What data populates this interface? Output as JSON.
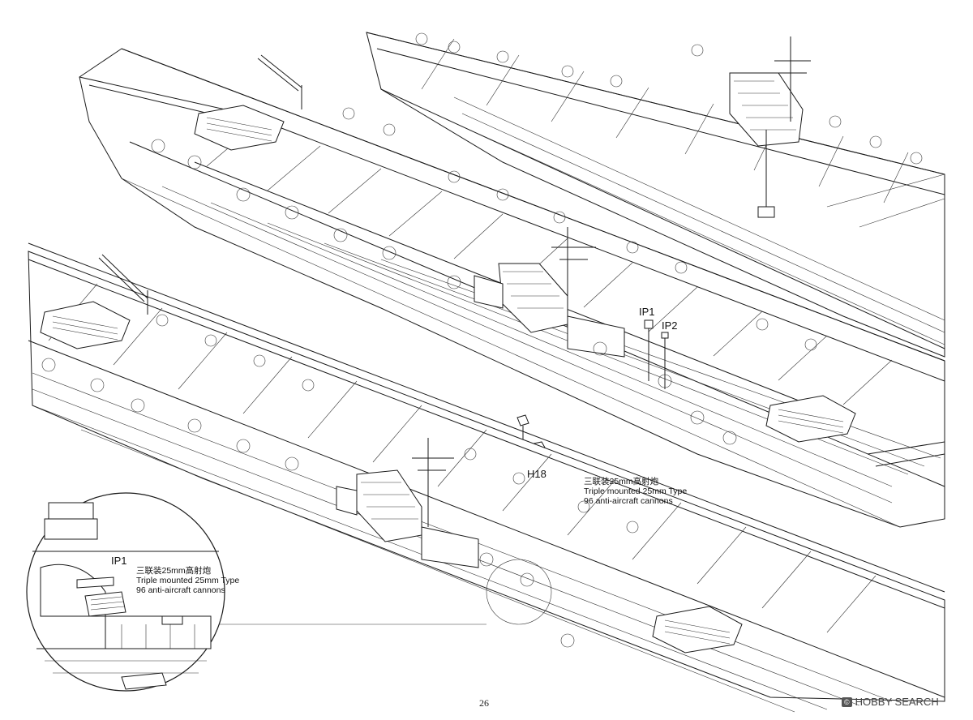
{
  "labels": {
    "ip1_main": "IP1",
    "ip2_main": "IP2",
    "h18": "H18",
    "ip1_detail": "IP1"
  },
  "note_main": {
    "line1": "三联装25mm高射炮",
    "line2": "Triple mounted 25mm Type",
    "line3": "96 anti-aircraft cannons"
  },
  "note_detail": {
    "line1": "三联装25mm高射炮",
    "line2": "Triple mounted 25mm Type",
    "line3": "96 anti-aircraft cannons"
  },
  "page_number": "26",
  "watermark": {
    "badge": "©",
    "text": "HOBBY SEARCH"
  },
  "colors": {
    "line": "#1a1a1a",
    "background": "#ffffff"
  }
}
